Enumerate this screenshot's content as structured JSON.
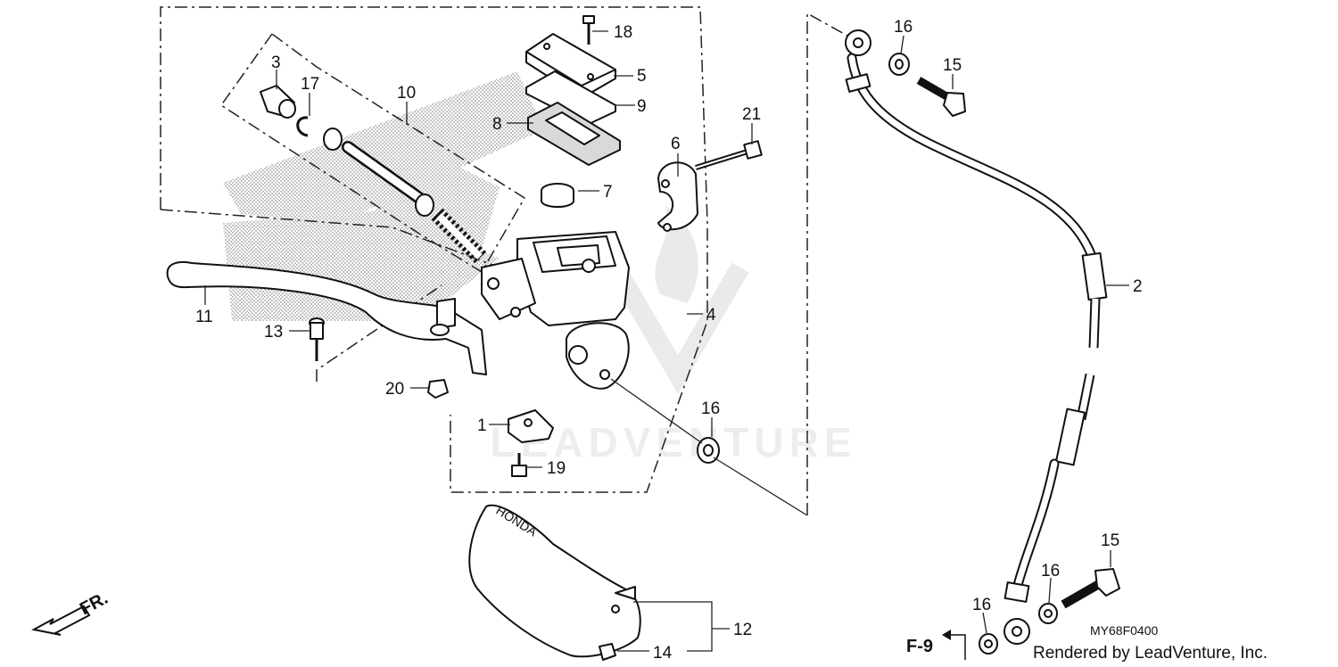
{
  "callouts": {
    "c1": "1",
    "c2": "2",
    "c3": "3",
    "c4": "4",
    "c5": "5",
    "c6": "6",
    "c7": "7",
    "c8": "8",
    "c9": "9",
    "c10": "10",
    "c11": "11",
    "c12": "12",
    "c13": "13",
    "c14": "14",
    "c15a": "15",
    "c15b": "15",
    "c16a": "16",
    "c16b": "16",
    "c16c": "16",
    "c16d": "16",
    "c17": "17",
    "c18": "18",
    "c19": "19",
    "c20": "20",
    "c21": "21"
  },
  "labels": {
    "front_arrow": "FR.",
    "ref_page": "F-9",
    "diagram_code": "MY68F0400",
    "credit": "Rendered by LeadVenture, Inc.",
    "watermark": "LEADVENTURE",
    "guard_brand": "HONDA"
  },
  "icons": {
    "front_arrow": "arrow-down-left-icon",
    "ref_arrow": "arrow-left-icon"
  }
}
